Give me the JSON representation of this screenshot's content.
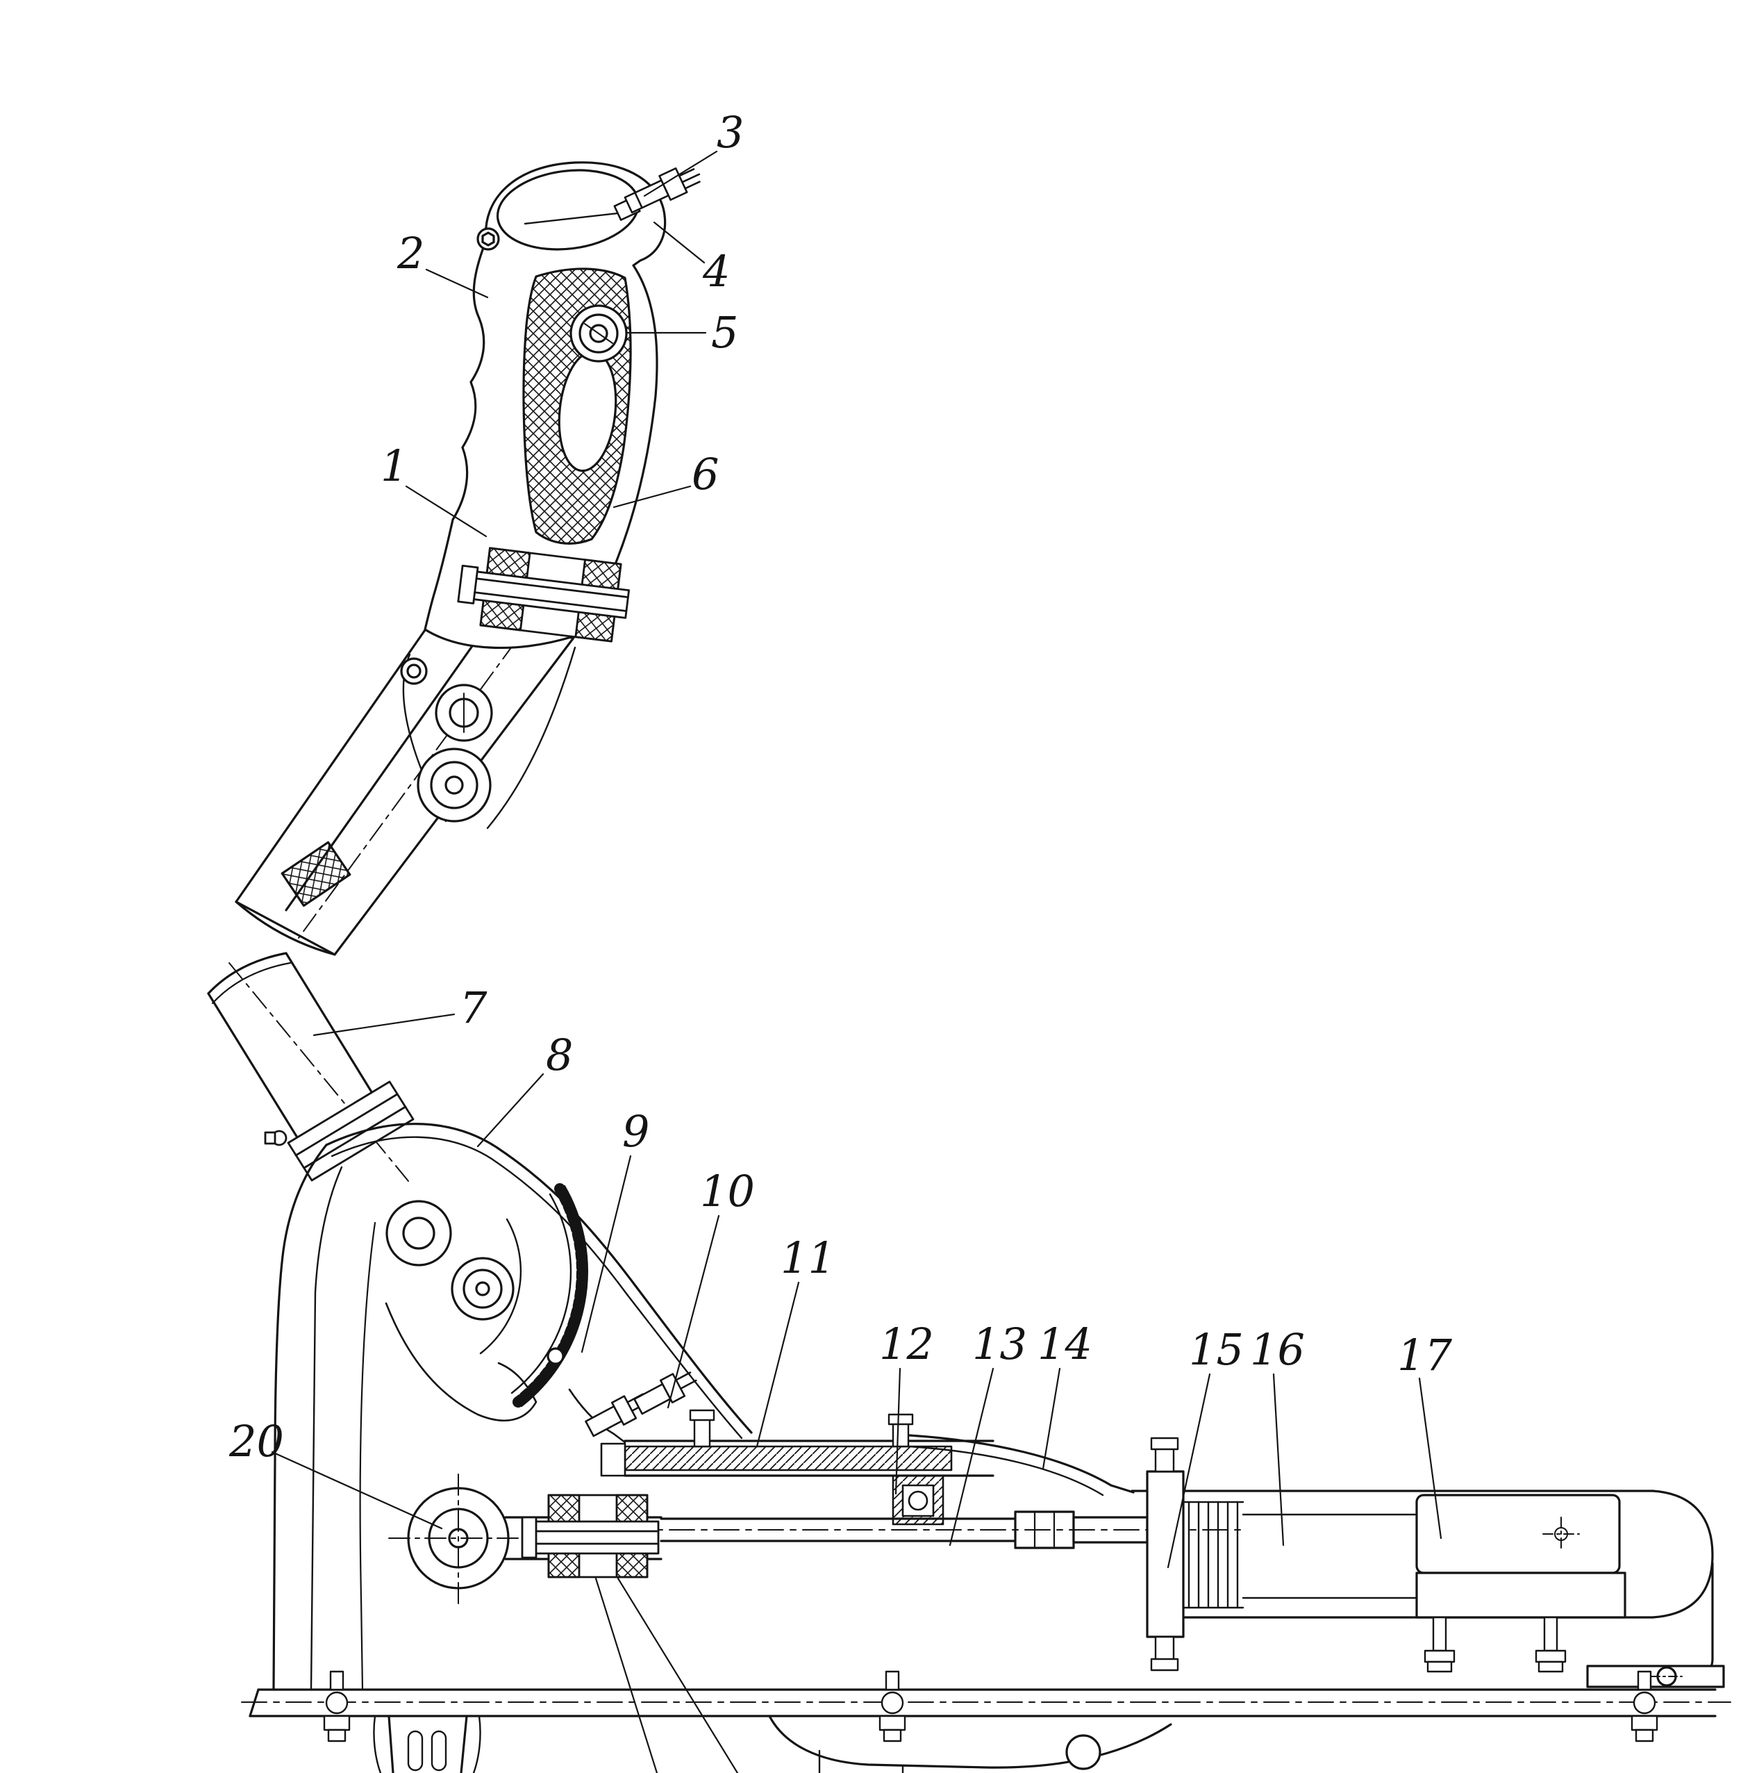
{
  "figure": {
    "kind": "engineering cross-section drawing",
    "subject": "gear shift lever assembly, cutaway view with numbered parts",
    "background_color": "#ffffff",
    "ink_color": "#141414"
  },
  "callouts": {
    "c1": "1",
    "c2": "2",
    "c3": "3",
    "c4": "4",
    "c5": "5",
    "c6": "6",
    "c7": "7",
    "c8": "8",
    "c9": "9",
    "c10": "10",
    "c11": "11",
    "c12": "12",
    "c13": "13",
    "c14": "14",
    "c15": "15",
    "c16": "16",
    "c17": "17",
    "c20": "20"
  }
}
